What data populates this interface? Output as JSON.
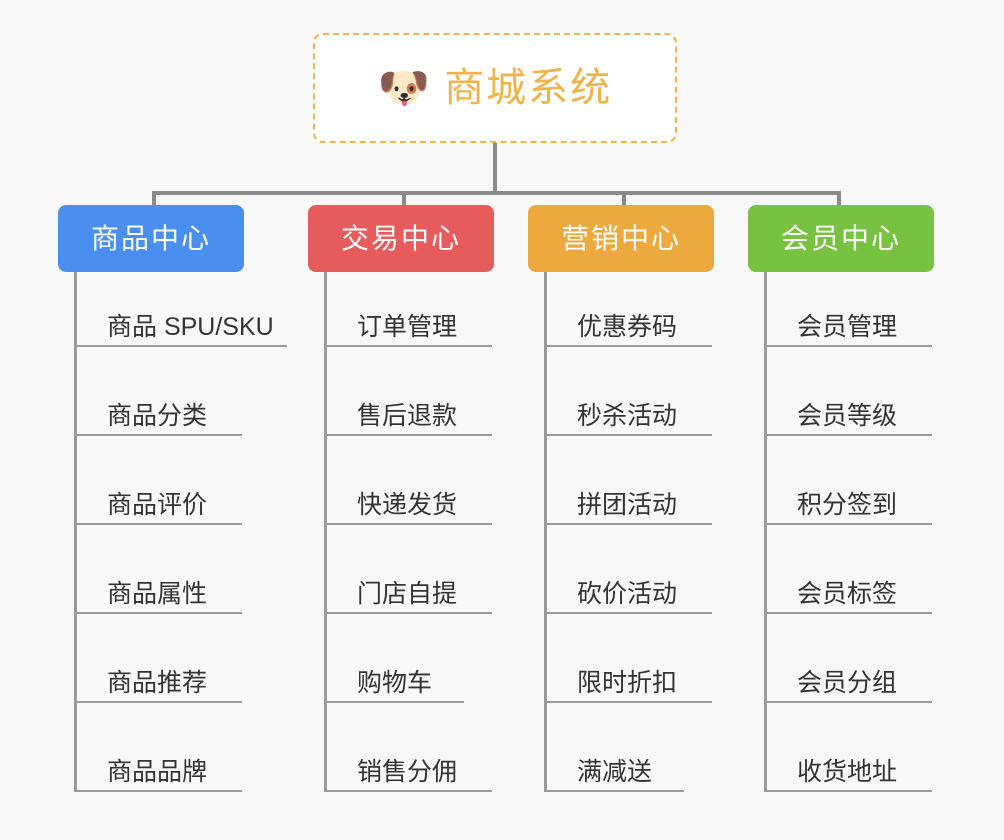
{
  "background_color": "#f8f8f8",
  "root": {
    "icon": "shiba-dog-face-icon",
    "icon_glyph": "🐶",
    "title": "商城系统",
    "title_color": "#f0b34a",
    "border_color": "#f0b34a",
    "background_color": "#ffffff"
  },
  "connector_color": "#8a8a8a",
  "columns": [
    {
      "id": "product-center",
      "label": "商品中心",
      "color": "#4a8ef0",
      "items": [
        {
          "label": "商品 SPU/SKU",
          "width": "lg"
        },
        {
          "label": "商品分类",
          "width": "md"
        },
        {
          "label": "商品评价",
          "width": "md"
        },
        {
          "label": "商品属性",
          "width": "md"
        },
        {
          "label": "商品推荐",
          "width": "md"
        },
        {
          "label": "商品品牌",
          "width": "md"
        }
      ]
    },
    {
      "id": "trade-center",
      "label": "交易中心",
      "color": "#e65c5c",
      "items": [
        {
          "label": "订单管理",
          "width": "md"
        },
        {
          "label": "售后退款",
          "width": "md"
        },
        {
          "label": "快递发货",
          "width": "md"
        },
        {
          "label": "门店自提",
          "width": "md"
        },
        {
          "label": "购物车",
          "width": "sm"
        },
        {
          "label": "销售分佣",
          "width": "md"
        }
      ]
    },
    {
      "id": "marketing-center",
      "label": "营销中心",
      "color": "#eda93e",
      "items": [
        {
          "label": "优惠券码",
          "width": "md"
        },
        {
          "label": "秒杀活动",
          "width": "md"
        },
        {
          "label": "拼团活动",
          "width": "md"
        },
        {
          "label": "砍价活动",
          "width": "md"
        },
        {
          "label": "限时折扣",
          "width": "md"
        },
        {
          "label": "满减送",
          "width": "sm"
        }
      ]
    },
    {
      "id": "member-center",
      "label": "会员中心",
      "color": "#78c242",
      "items": [
        {
          "label": "会员管理",
          "width": "md"
        },
        {
          "label": "会员等级",
          "width": "md"
        },
        {
          "label": "积分签到",
          "width": "md"
        },
        {
          "label": "会员标签",
          "width": "md"
        },
        {
          "label": "会员分组",
          "width": "md"
        },
        {
          "label": "收货地址",
          "width": "md"
        }
      ]
    }
  ]
}
